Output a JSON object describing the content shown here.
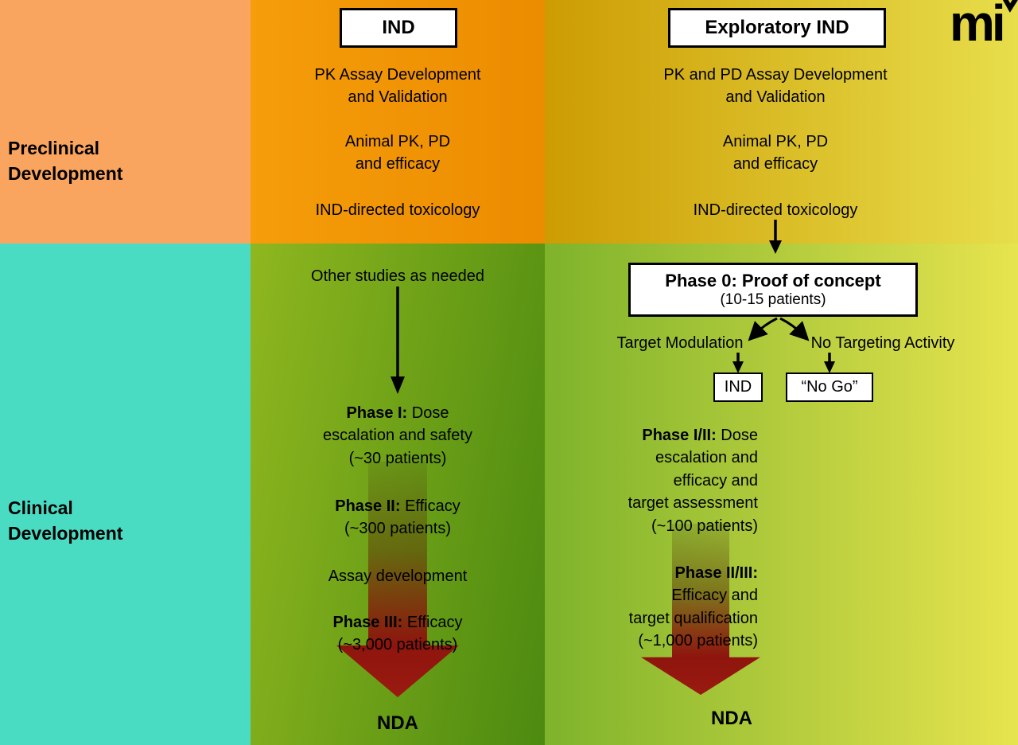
{
  "palette": {
    "preclinical_left": "#FAA55F",
    "clinical_left": "#49DCC3",
    "ind_top_a": "#F59D0A",
    "ind_top_b": "#EC8C00",
    "ind_bottom_a": "#8FB71F",
    "ind_bottom_b": "#4C8A10",
    "eind_top_a": "#CD9C03",
    "eind_top_b": "#E7DE4B",
    "eind_bottom_a": "#7EB32B",
    "eind_bottom_b": "#E7E44E",
    "arrow_dark_red": "#8E150E",
    "ink": "#000000"
  },
  "logo": {
    "text": "mi"
  },
  "row_labels": {
    "preclinical": "Preclinical\nDevelopment",
    "clinical": "Clinical\nDevelopment"
  },
  "ind": {
    "title": "IND",
    "items": [
      "PK Assay Development\nand Validation",
      "Animal PK, PD\nand efficacy",
      "IND-directed toxicology"
    ],
    "other_studies": "Other studies as needed",
    "phase1_label": "Phase I:",
    "phase1_text": " Dose\nescalation and safety\n(~30 patients)",
    "phase2_label": "Phase II:",
    "phase2_text": " Efficacy\n(~300 patients)",
    "assay_dev": "Assay development",
    "phase3_label": "Phase III:",
    "phase3_text": " Efficacy\n(~3,000 patients)",
    "nda": "NDA"
  },
  "eind": {
    "title": "Exploratory IND",
    "items": [
      "PK and PD Assay Development\nand Validation",
      "Animal PK, PD\nand efficacy",
      "IND-directed toxicology"
    ],
    "phase0_title": "Phase 0: Proof of concept",
    "phase0_sub": "(10-15 patients)",
    "branch_left": "Target Modulation",
    "branch_right": "No Targeting Activity",
    "ind_box": "IND",
    "nogo_box": "“No Go”",
    "phase12_label": "Phase I/II:",
    "phase12_text": " Dose\nescalation and\nefficacy and\ntarget assessment\n(~100 patients)",
    "phase23_label": "Phase II/III:",
    "phase23_text": "\nEfficacy and\ntarget qualification\n(~1,000 patients)",
    "nda": "NDA"
  }
}
